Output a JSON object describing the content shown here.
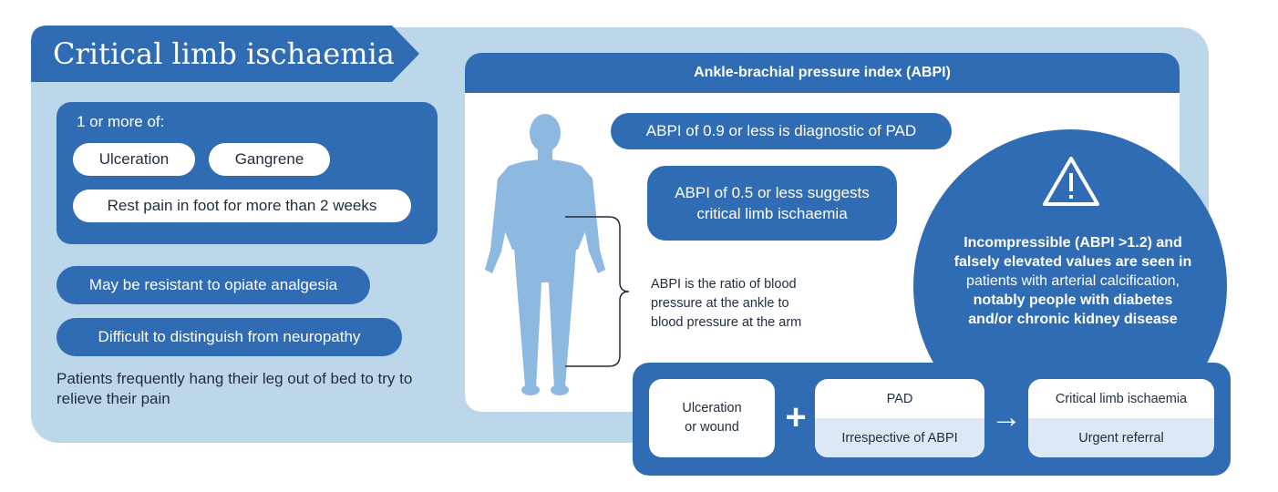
{
  "colors": {
    "dark_blue": "#2f6cb3",
    "light_blue": "#bcd6ea",
    "body_figure": "#8db8e0",
    "text_dark": "#1f2d3d"
  },
  "title": "Critical limb ischaemia",
  "symptoms": {
    "heading": "1 or more of:",
    "items": [
      "Ulceration",
      "Gangrene",
      "Rest pain in foot for more than 2 weeks"
    ]
  },
  "features": [
    "May be resistant to opiate analgesia",
    "Difficult to distinguish from neuropathy"
  ],
  "note": "Patients frequently hang their leg out of bed to try to relieve their pain",
  "abpi": {
    "header": "Ankle-brachial pressure index (ABPI)",
    "diagnostic": "ABPI of 0.9 or less is diagnostic of PAD",
    "suggests_line1": "ABPI of 0.5 or less suggests",
    "suggests_line2": "critical limb ischaemia",
    "ratio_line1": "ABPI is the ratio of blood",
    "ratio_line2": "pressure at the ankle to",
    "ratio_line3": "blood pressure at the arm"
  },
  "warning": {
    "icon": "warning-triangle-icon",
    "line1": "Incompressible (ABPI >1.2) and",
    "line2": "falsely elevated values are seen in",
    "line3": "patients with arterial calcification,",
    "line4": "notably people with diabetes",
    "line5": "and/or chronic kidney disease"
  },
  "flow": {
    "box1_line1": "Ulceration",
    "box1_line2": "or wound",
    "plus": "+",
    "box2_top": "PAD",
    "box2_bottom": "Irrespective of ABPI",
    "arrow": "→",
    "box3_top": "Critical limb ischaemia",
    "box3_bottom": "Urgent referral"
  }
}
